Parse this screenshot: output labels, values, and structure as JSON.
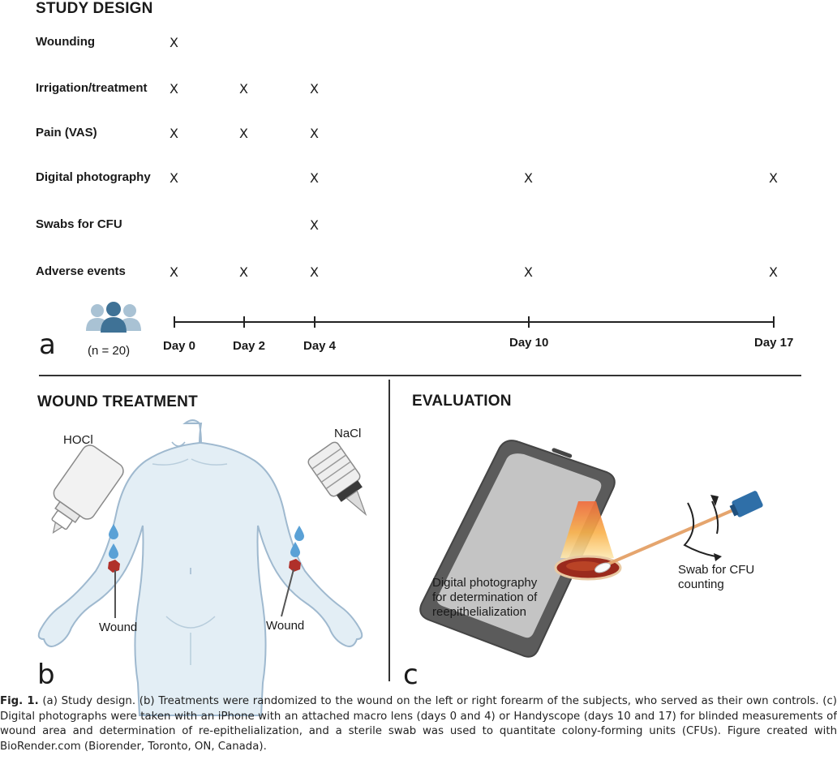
{
  "panel_a": {
    "title": "STUDY DESIGN",
    "rows": [
      {
        "label": "Wounding",
        "marks": [
          0
        ]
      },
      {
        "label": "Irrigation/treatment",
        "marks": [
          0,
          2,
          4
        ]
      },
      {
        "label": "Pain (VAS)",
        "marks": [
          0,
          2,
          4
        ]
      },
      {
        "label": "Digital photography",
        "marks": [
          0,
          4,
          10,
          17
        ]
      },
      {
        "label": "Swabs for CFU",
        "marks": [
          4
        ]
      },
      {
        "label": "Adverse events",
        "marks": [
          0,
          2,
          4,
          10,
          17
        ]
      }
    ],
    "mark_symbol": "X",
    "timeline_days": [
      0,
      2,
      4,
      10,
      17
    ],
    "day_labels": [
      "Day 0",
      "Day 2",
      "Day 4",
      "Day 10",
      "Day 17"
    ],
    "n_label": "(n = 20)",
    "letter": "a"
  },
  "panel_b": {
    "title": "WOUND TREATMENT",
    "left_agent": "HOCl",
    "right_agent": "NaCl",
    "wound_left": "Wound",
    "wound_right": "Wound",
    "letter": "b"
  },
  "panel_c": {
    "title": "EVALUATION",
    "photo_label": [
      "Digital photography",
      "for determination of",
      "reepithelialization"
    ],
    "swab_label": [
      "Swab for CFU",
      "counting"
    ],
    "letter": "c"
  },
  "caption": {
    "lead": "Fig. 1.",
    "text": " (a) Study design. (b) Treatments were randomized to the wound on the left or right forearm of the subjects, who served as their own controls. (c) Digital photographs were taken with an iPhone with an attached macro lens (days 0 and 4) or Handyscope (days 10 and 17) for blinded measurements of wound area and determination of re-epithelialization, and a sterile swab was used to quantitate colony-forming units (CFUs). Figure created with BioRender.com (Biorender, Toronto, ON, Canada)."
  },
  "colors": {
    "skin": "#e3eef5",
    "skin_outline": "#9fb9cf",
    "drop": "#5aa1d6",
    "wound": "#b0302a",
    "people_dark": "#3f7296",
    "people_light": "#a9c2d4",
    "phone_frame": "#5b5b5b",
    "phone_screen": "#c4c4c4",
    "swab_handle": "#e5a56e",
    "camera_blue": "#2f6fa8"
  }
}
